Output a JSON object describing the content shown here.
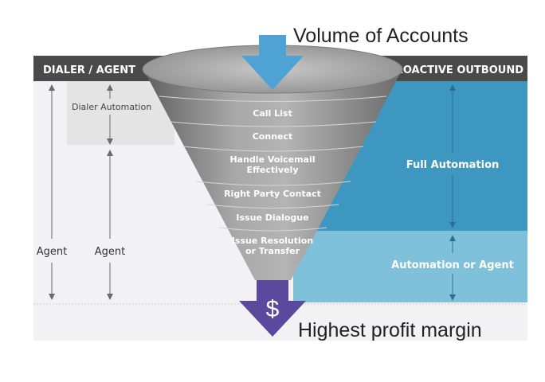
{
  "top_label": "Volume of Accounts",
  "bottom_label": "Highest profit margin",
  "left_header": "DIALER / AGENT",
  "right_header": "PROACTIVE OUTBOUND",
  "dialer_automation_label": "Dialer Automation",
  "agent_label_outer": "Agent",
  "agent_label_inner": "Agent",
  "full_automation_label": "Full Automation",
  "automation_or_agent_label": "Automation or Agent",
  "funnel_stages": [
    {
      "line1": "Call List",
      "line2": ""
    },
    {
      "line1": "Connect",
      "line2": ""
    },
    {
      "line1": "Handle Voicemail",
      "line2": "Effectively"
    },
    {
      "line1": "Right Party Contact",
      "line2": ""
    },
    {
      "line1": "Issue Dialogue",
      "line2": ""
    },
    {
      "line1": "Issue Resolution",
      "line2": "or Transfer"
    }
  ],
  "dollar_symbol": "$",
  "colors": {
    "header_bar": "#4a4a4a",
    "full_automation": "#3e97c0",
    "automation_or_agent": "#7fc1da",
    "arrow_blue": "#4fa2d4",
    "arrow_purple": "#5a4a9e",
    "light_panel": "#f2f2f4",
    "dialer_box": "#e4e4e4"
  }
}
